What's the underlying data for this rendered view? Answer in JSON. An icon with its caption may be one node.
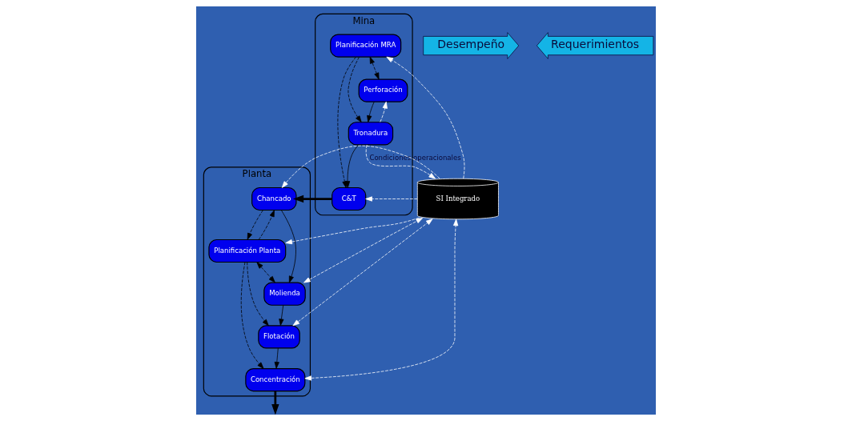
{
  "diagram": {
    "nodes": [
      {
        "text": [
          "Mina"
        ]
      },
      {
        "text": [
          "Perforación"
        ],
        "in": 0
      },
      {
        "text": [
          "Tronadura"
        ],
        "in": 0
      },
      {
        "text": [
          "C&T"
        ],
        "in": 0
      },
      {
        "text": [
          "Planificación MRA"
        ],
        "in": 0
      },
      {
        "text": [
          "Planta"
        ]
      },
      {
        "text": [
          "Chancado"
        ],
        "in": 5
      },
      {
        "text": [
          "Molienda"
        ],
        "in": 5
      },
      {
        "text": [
          "Flotación"
        ],
        "in": 5
      },
      {
        "text": [
          "Concentración"
        ],
        "in": 5
      },
      {
        "text": [
          "Planificación Planta"
        ],
        "in": 5
      },
      {
        "text": [
          "SI Integrado"
        ]
      },
      {
        "text": [
          "Desempeño"
        ]
      },
      {
        "text": [
          "Requerimientos"
        ]
      }
    ],
    "edges": [
      {
        "from": 1,
        "to": 2,
        "arrow": "to"
      },
      {
        "from": 2,
        "to": 3,
        "arrow": "to"
      },
      {
        "from": 3,
        "to": 6,
        "arrow": "to",
        "style": "thick"
      },
      {
        "from": 9,
        "to": null,
        "arrow": "to",
        "style": "thick"
      },
      {
        "from": 4,
        "to": 1,
        "arrow": "both",
        "style": "dashed"
      },
      {
        "from": 4,
        "to": 2,
        "arrow": "to",
        "style": "dashed"
      },
      {
        "from": 4,
        "to": 3,
        "arrow": "to",
        "style": "dashed"
      },
      {
        "from": 2,
        "to": 1,
        "arrow": "to",
        "style": "dashed",
        "color": "#ffffff"
      },
      {
        "from": 2,
        "to": 11,
        "arrow": "to",
        "style": "dashed",
        "color": "#ffffff",
        "label": "Condiciones operacionales"
      },
      {
        "from": 11,
        "to": 3,
        "arrow": "to",
        "style": "dashed",
        "color": "#ffffff"
      },
      {
        "from": 11,
        "to": 4,
        "arrow": "to",
        "style": "dashed",
        "color": "#ffffff"
      },
      {
        "from": 6,
        "to": 7,
        "arrow": "to"
      },
      {
        "from": 7,
        "to": 8,
        "arrow": "to"
      },
      {
        "from": 8,
        "to": 9,
        "arrow": "to"
      },
      {
        "from": 6,
        "to": 10,
        "arrow": "to",
        "style": "dashed"
      },
      {
        "from": 10,
        "to": 7,
        "arrow": "both",
        "style": "dashed"
      },
      {
        "from": 10,
        "to": 6,
        "arrow": "to",
        "style": "dashed"
      },
      {
        "from": 10,
        "to": 8,
        "arrow": "to",
        "style": "dashed"
      },
      {
        "from": 10,
        "to": 9,
        "arrow": "to",
        "style": "dashed"
      },
      {
        "from": 11,
        "to": 6,
        "arrow": "to",
        "style": "dashed",
        "color": "#ffffff"
      },
      {
        "from": 11,
        "to": 10,
        "arrow": "to",
        "style": "dashed",
        "color": "#ffffff"
      },
      {
        "from": 7,
        "to": 11,
        "arrow": "both",
        "style": "dashed",
        "color": "#ffffff"
      },
      {
        "from": 8,
        "to": 11,
        "arrow": "both",
        "style": "dashed",
        "color": "#ffffff"
      },
      {
        "from": 9,
        "to": 11,
        "arrow": "both",
        "style": "dashed",
        "color": "#ffffff"
      }
    ]
  }
}
